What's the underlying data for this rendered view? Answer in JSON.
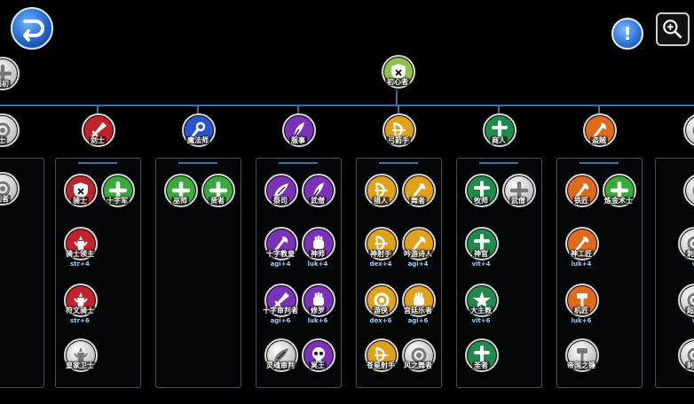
{
  "colors": {
    "swordsman": "#c0232b",
    "mage": "#2a55c8",
    "acolyte": "#7b32b8",
    "archer": "#e0a11c",
    "merchant": "#1f8a4a",
    "thief": "#e06a1c",
    "novice": "#8fc24a",
    "white": "#e8e8e8",
    "green": "#3aa83a"
  },
  "info_label": "!",
  "nodes": [
    {
      "id": "novice",
      "label": "初心者",
      "req": "",
      "color": "novice",
      "icon": "shield-icon"
    },
    {
      "id": "left-top",
      "label": "超初",
      "req": "",
      "color": "white",
      "icon": "plus-icon"
    },
    {
      "id": "left-2",
      "label": "士",
      "req": "",
      "color": "white",
      "icon": "ring-icon"
    },
    {
      "id": "left-3",
      "label": "刺者",
      "req": "",
      "color": "white",
      "icon": "ring-icon"
    },
    {
      "id": "swordsman",
      "label": "剑士",
      "req": "",
      "color": "swordsman",
      "icon": "sword-icon"
    },
    {
      "id": "knight",
      "label": "骑士",
      "req": "",
      "color": "swordsman",
      "icon": "shield-icon"
    },
    {
      "id": "crusader",
      "label": "十字军",
      "req": "",
      "color": "green",
      "icon": "plus-icon"
    },
    {
      "id": "lord-knight",
      "label": "骑士领主",
      "req": "str+4",
      "color": "swordsman",
      "icon": "knight-icon"
    },
    {
      "id": "rune-knight",
      "label": "符文骑士",
      "req": "str+6",
      "color": "swordsman",
      "icon": "knight-icon"
    },
    {
      "id": "sw-locked",
      "label": "皇家卫士",
      "req": "",
      "color": "white",
      "icon": "knight-icon"
    },
    {
      "id": "mage",
      "label": "魔法师",
      "req": "",
      "color": "mage",
      "icon": "staff-icon"
    },
    {
      "id": "wizard",
      "label": "巫师",
      "req": "",
      "color": "green",
      "icon": "plus-icon"
    },
    {
      "id": "sage",
      "label": "贤者",
      "req": "",
      "color": "green",
      "icon": "plus-icon"
    },
    {
      "id": "acolyte",
      "label": "服事",
      "req": "",
      "color": "acolyte",
      "icon": "feather-icon"
    },
    {
      "id": "priest",
      "label": "祭司",
      "req": "",
      "color": "acolyte",
      "icon": "wing-icon"
    },
    {
      "id": "monk",
      "label": "武僧",
      "req": "",
      "color": "acolyte",
      "icon": "feather-icon"
    },
    {
      "id": "high-priest",
      "label": "十字教皇",
      "req": "agi+4",
      "color": "acolyte",
      "icon": "axe-icon"
    },
    {
      "id": "champion",
      "label": "神师",
      "req": "luk+4",
      "color": "acolyte",
      "icon": "fist-icon"
    },
    {
      "id": "archbishop",
      "label": "十字审判者",
      "req": "agi+6",
      "color": "acolyte",
      "icon": "sword-icon"
    },
    {
      "id": "sura",
      "label": "修罗",
      "req": "luk+6",
      "color": "acolyte",
      "icon": "fist-icon"
    },
    {
      "id": "ac-locked",
      "label": "灵魂审判",
      "req": "",
      "color": "white",
      "icon": "wing-icon"
    },
    {
      "id": "ac-final",
      "label": "冥王",
      "req": "",
      "color": "acolyte",
      "icon": "skull-icon"
    },
    {
      "id": "archer",
      "label": "弓箭手",
      "req": "",
      "color": "archer",
      "icon": "bow-icon"
    },
    {
      "id": "hunter",
      "label": "猎人",
      "req": "",
      "color": "archer",
      "icon": "bow-icon"
    },
    {
      "id": "bard",
      "label": "舞者",
      "req": "",
      "color": "archer",
      "icon": "axe-icon"
    },
    {
      "id": "sniper",
      "label": "神射手",
      "req": "dex+4",
      "color": "archer",
      "icon": "bow-icon"
    },
    {
      "id": "clown",
      "label": "吟游诗人",
      "req": "agi+4",
      "color": "archer",
      "icon": "axe-icon"
    },
    {
      "id": "ranger",
      "label": "游侠",
      "req": "dex+6",
      "color": "archer",
      "icon": "ring-icon"
    },
    {
      "id": "minstrel",
      "label": "宫廷乐者",
      "req": "agi+6",
      "color": "archer",
      "icon": "fist-icon"
    },
    {
      "id": "ar-final",
      "label": "苍星射手",
      "req": "",
      "color": "archer",
      "icon": "bow-icon"
    },
    {
      "id": "ar-locked",
      "label": "风之舞者",
      "req": "",
      "color": "white",
      "icon": "ring-icon"
    },
    {
      "id": "merchant",
      "label": "商人",
      "req": "",
      "color": "merchant",
      "icon": "cross-icon"
    },
    {
      "id": "blacksmith",
      "label": "牧师",
      "req": "",
      "color": "merchant",
      "icon": "cross-icon"
    },
    {
      "id": "alchemist",
      "label": "武僧",
      "req": "",
      "color": "white",
      "icon": "plus-icon"
    },
    {
      "id": "whitesmith",
      "label": "神官",
      "req": "vit+4",
      "color": "merchant",
      "icon": "cross-icon"
    },
    {
      "id": "genetic",
      "label": "大主教",
      "req": "vit+6",
      "color": "merchant",
      "icon": "star-icon"
    },
    {
      "id": "me-final",
      "label": "圣者",
      "req": "",
      "color": "merchant",
      "icon": "cross-icon"
    },
    {
      "id": "thief",
      "label": "盗贼",
      "req": "",
      "color": "thief",
      "icon": "axe-icon"
    },
    {
      "id": "assassin",
      "label": "铁匠",
      "req": "",
      "color": "thief",
      "icon": "axe-icon"
    },
    {
      "id": "rogue",
      "label": "炼金术士",
      "req": "",
      "color": "green",
      "icon": "plus-icon"
    },
    {
      "id": "assassin-cross",
      "label": "神工匠",
      "req": "luk+4",
      "color": "thief",
      "icon": "axe-icon"
    },
    {
      "id": "guillotine",
      "label": "机匠",
      "req": "luk+6",
      "color": "thief",
      "icon": "hammer-icon"
    },
    {
      "id": "th-locked",
      "label": "帝国之锤",
      "req": "",
      "color": "white",
      "icon": "hammer-icon"
    },
    {
      "id": "r-1",
      "label": "",
      "req": "",
      "color": "white",
      "icon": "ring-icon"
    },
    {
      "id": "r-2",
      "label": "",
      "req": "",
      "color": "white",
      "icon": "ring-icon"
    },
    {
      "id": "r-3",
      "label": "刺客",
      "req": "v",
      "color": "white",
      "icon": "ring-icon"
    },
    {
      "id": "r-4",
      "label": "超客",
      "req": "v",
      "color": "white",
      "icon": "ring-icon"
    },
    {
      "id": "r-5",
      "label": "刺客",
      "req": "",
      "color": "white",
      "icon": "ring-icon"
    }
  ]
}
